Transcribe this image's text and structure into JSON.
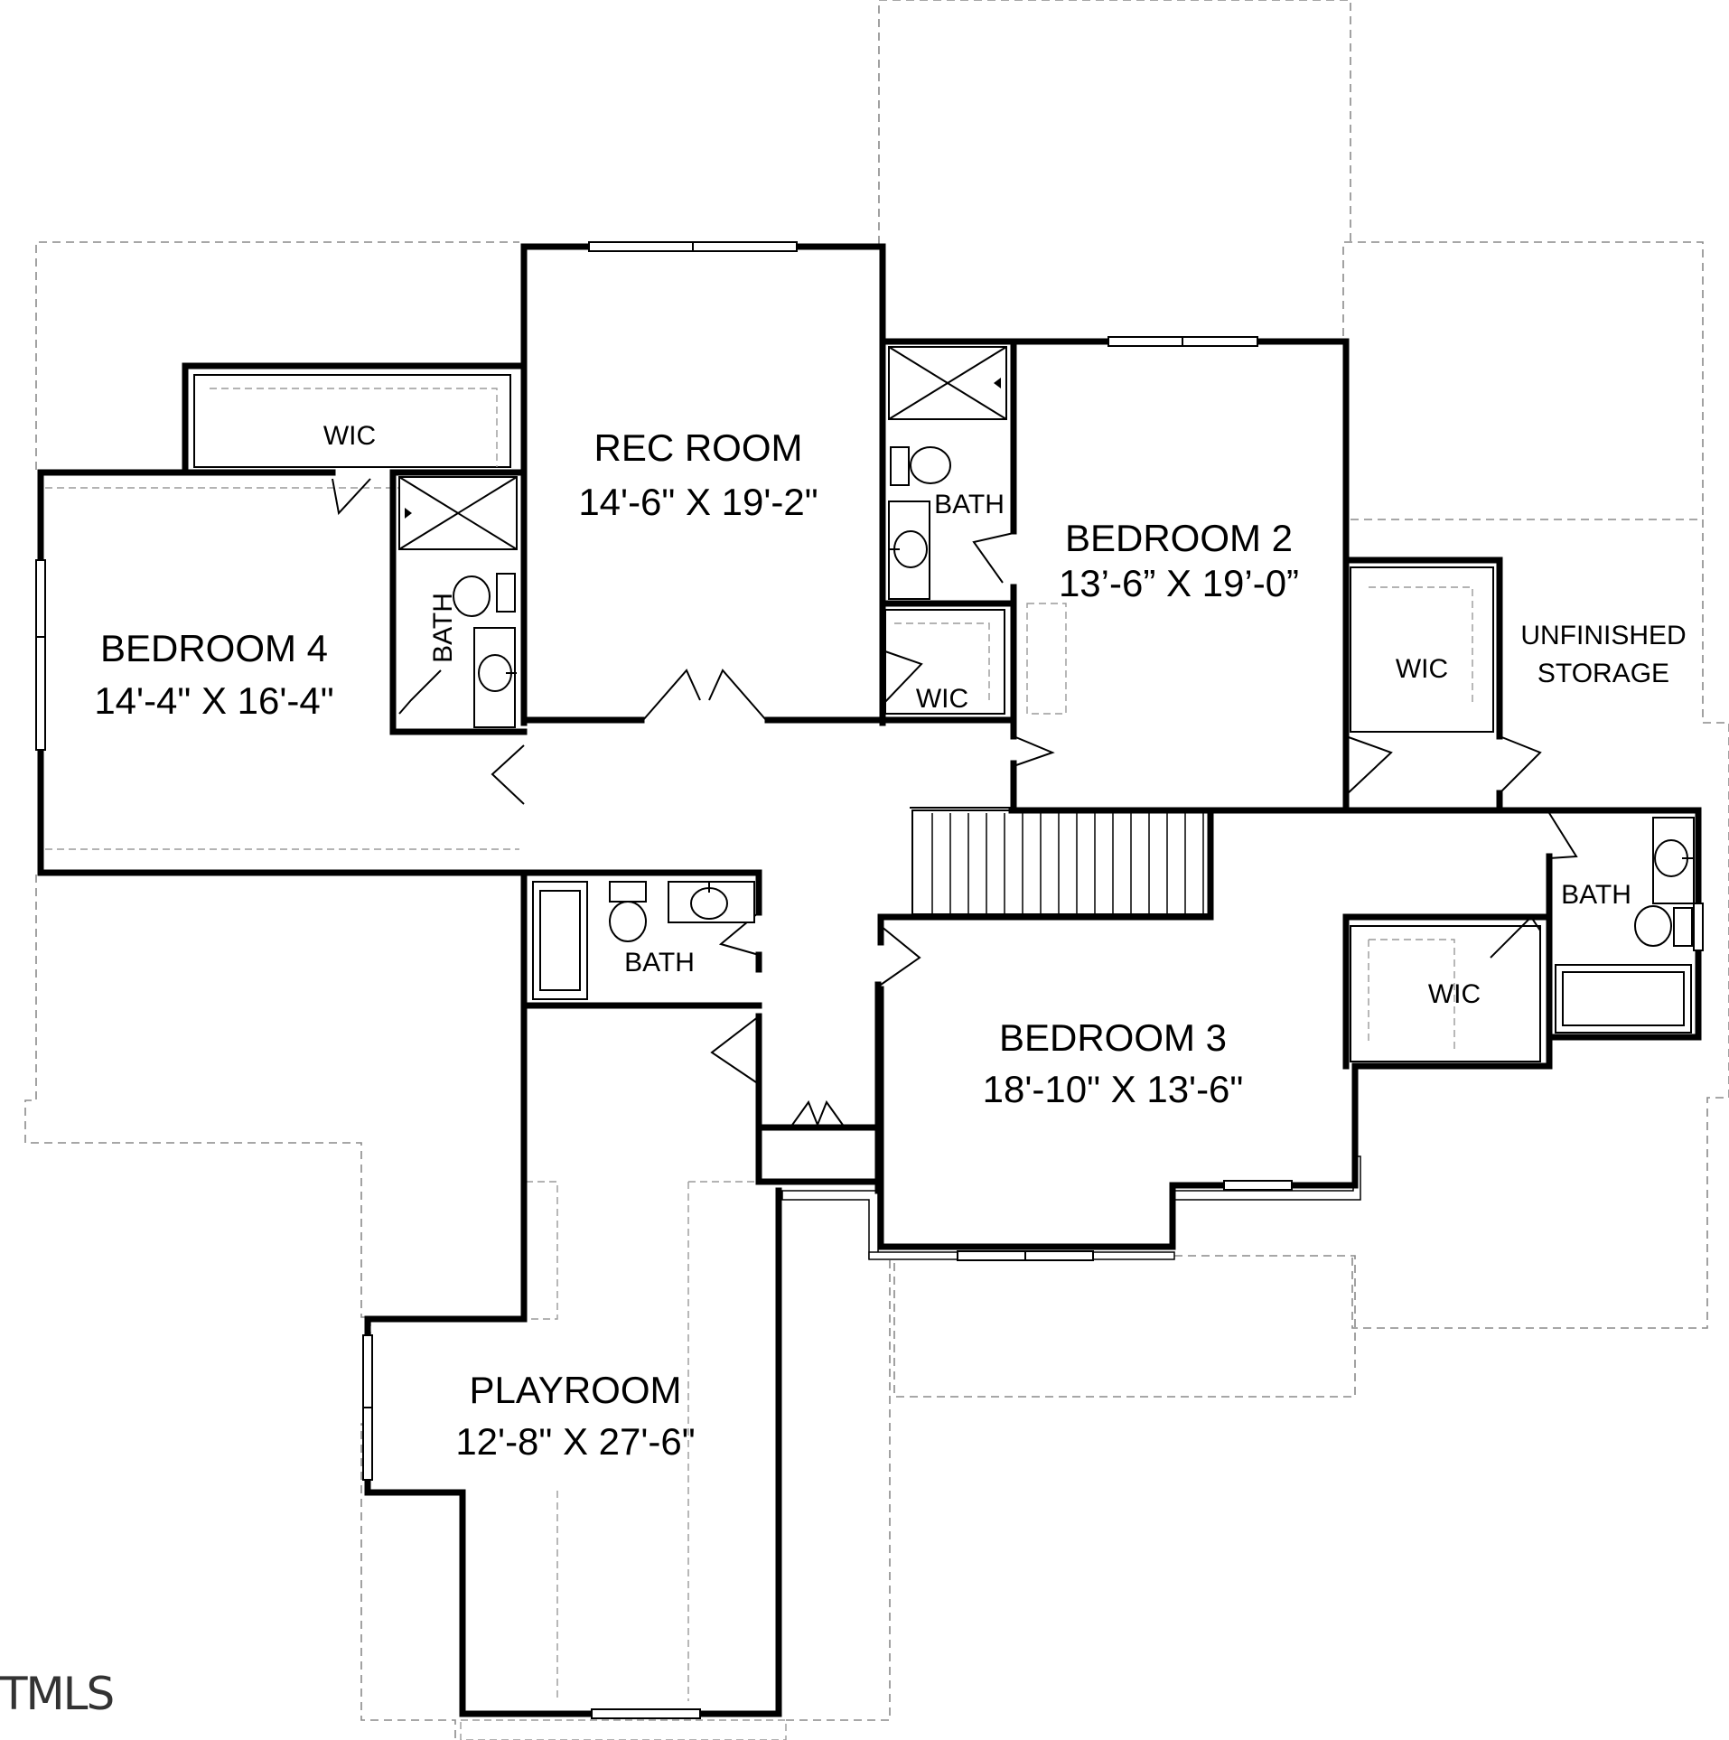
{
  "rooms": {
    "rec_room": {
      "name": "REC ROOM",
      "dims": "14'-6\" X 19'-2\""
    },
    "bedroom_2": {
      "name": "BEDROOM 2",
      "dims": "13’-6” X 19’-0”"
    },
    "bedroom_4": {
      "name": "BEDROOM 4",
      "dims": "14'-4\" X 16'-4\""
    },
    "bedroom_3": {
      "name": "BEDROOM 3",
      "dims": "18'-10\" X 13'-6\""
    },
    "playroom": {
      "name": "PLAYROOM",
      "dims": "12'-8\" X 27'-6\""
    },
    "unfinished_storage": {
      "line1": "UNFINISHED",
      "line2": "STORAGE"
    }
  },
  "labels": {
    "wic_bed4": "WIC",
    "wic_bed2_closet": "WIC",
    "wic_bed2": "WIC",
    "wic_bed3": "WIC",
    "bath_bed4": "BATH",
    "bath_bed2": "BATH",
    "bath_hall": "BATH",
    "bath_bed3": "BATH"
  },
  "watermark": "TMLS"
}
